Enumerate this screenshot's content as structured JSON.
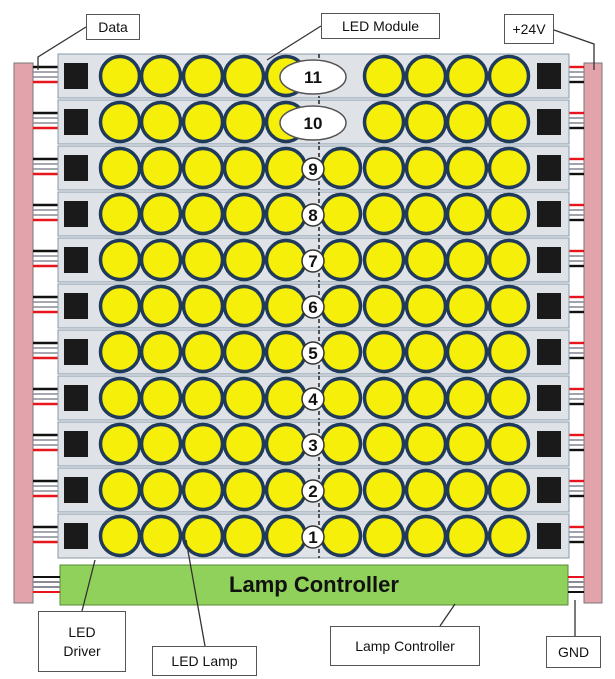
{
  "callouts": {
    "data": "Data",
    "led_module": "LED Module",
    "plus24v": "+24V",
    "led_driver_line1": "LED",
    "led_driver_line2": "Driver",
    "led_lamp": "LED Lamp",
    "lamp_controller": "Lamp Controller",
    "gnd": "GND"
  },
  "controller_label": "Lamp Controller",
  "modules": [
    "11",
    "10",
    "9",
    "8",
    "7",
    "6",
    "5",
    "4",
    "3",
    "2",
    "1"
  ],
  "colors": {
    "lamp_fill": "#f5ef0a",
    "lamp_ring": "#1f3a5a",
    "module_bg": "#dfe3e8",
    "controller": "#8fd15a",
    "side_rail": "#e3a3aa",
    "wire_red": "#e8141c",
    "wire_black": "#111111",
    "driver": "#1a1a1a"
  }
}
